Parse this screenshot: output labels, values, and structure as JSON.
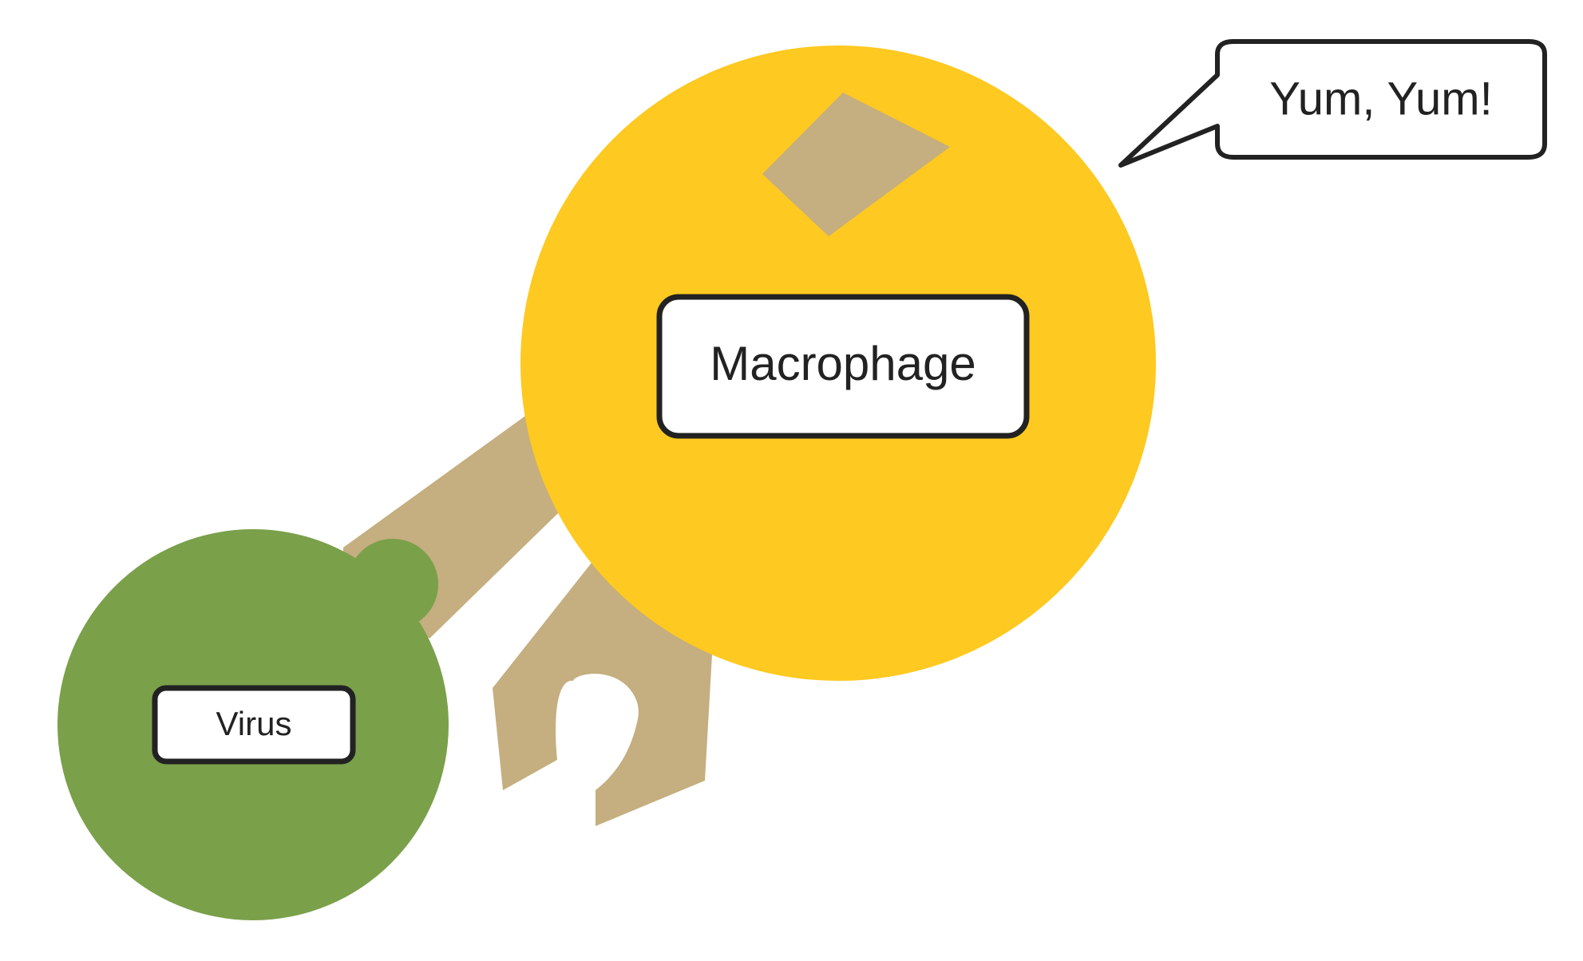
{
  "labels": {
    "macrophage": "Macrophage",
    "virus": "Virus",
    "speech": "Yum, Yum!"
  },
  "colors": {
    "macrophage_fill": "#FEC920",
    "virus_fill": "#7AA04A",
    "pseudopod_fill": "#C5AE7F",
    "label_border": "#222222",
    "label_fill": "#FFFFFF"
  }
}
